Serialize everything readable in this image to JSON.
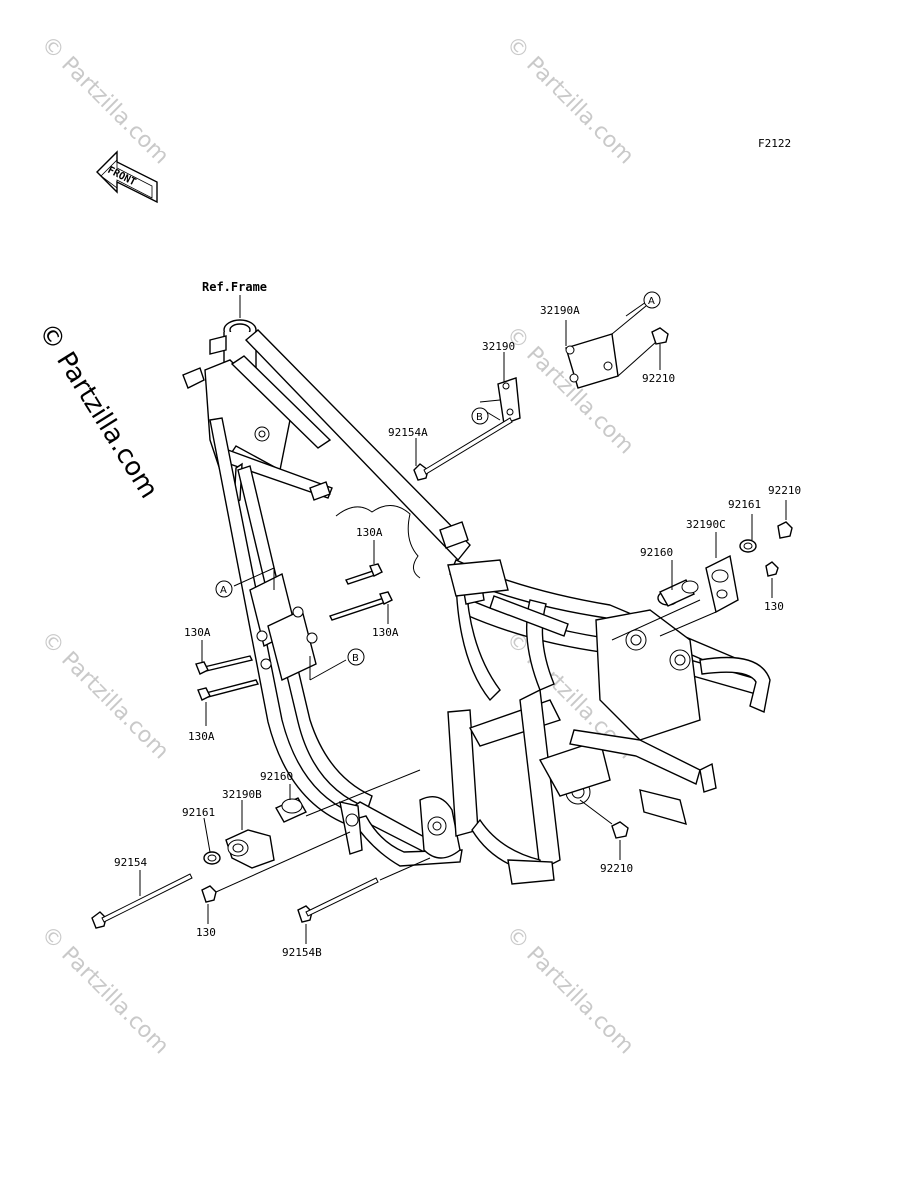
{
  "figure_code": "F2122",
  "front_arrow_text": "FRONT",
  "ref_frame_label": "Ref.Frame",
  "watermark_text": "© Partzilla.com",
  "side_watermark_text": "© Partzilla.com",
  "callouts": {
    "a": "A",
    "b": "B"
  },
  "parts": {
    "p32190A": "32190A",
    "p32190": "32190",
    "p92210_top": "92210",
    "p92154A": "92154A",
    "p92210_right": "92210",
    "p92161_right": "92161",
    "p32190C": "32190C",
    "p92160_right": "92160",
    "p130_right": "130",
    "p130A_1": "130A",
    "p130A_2": "130A",
    "p130A_3": "130A",
    "p130A_4": "130A",
    "p92160_left": "92160",
    "p32190B": "32190B",
    "p92161_left": "92161",
    "p92154": "92154",
    "p130_bottom": "130",
    "p92154B": "92154B",
    "p92210_bottom": "92210"
  }
}
